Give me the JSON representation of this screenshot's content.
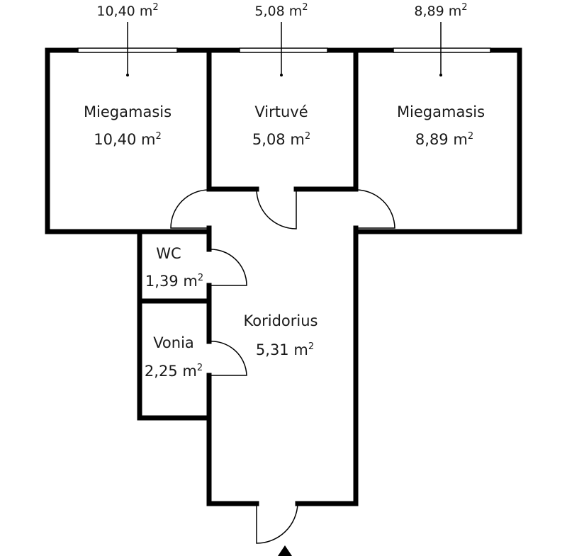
{
  "plan": {
    "unit": "m²",
    "wall_color": "#000000",
    "background": "#ffffff",
    "rooms": [
      {
        "id": "bedroom-1",
        "name": "Miegamasis",
        "area": "10,40",
        "window_area": "10,40"
      },
      {
        "id": "kitchen",
        "name": "Virtuvé",
        "area": "5,08",
        "window_area": "5,08"
      },
      {
        "id": "bedroom-2",
        "name": "Miegamasis",
        "area": "8,89",
        "window_area": "8,89"
      },
      {
        "id": "wc",
        "name": "WC",
        "area": "1,39"
      },
      {
        "id": "bathroom",
        "name": "Vonia",
        "area": "2,25"
      },
      {
        "id": "corridor",
        "name": "Koridorius",
        "area": "5,31"
      }
    ],
    "entrance_marker": "entrance-arrow"
  }
}
